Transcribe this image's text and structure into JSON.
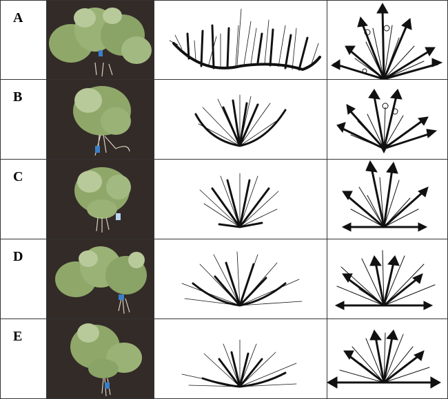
{
  "rows": [
    {
      "label": "A"
    },
    {
      "label": "B"
    },
    {
      "label": "C"
    },
    {
      "label": "D"
    },
    {
      "label": "E"
    }
  ],
  "colors": {
    "photo_background": "#332b28",
    "foliage": "#8fa86a",
    "foliage_light": "#b8c99a",
    "stem": "#d9d2c0",
    "tag": "#3a7fc8",
    "line": "#111111"
  }
}
